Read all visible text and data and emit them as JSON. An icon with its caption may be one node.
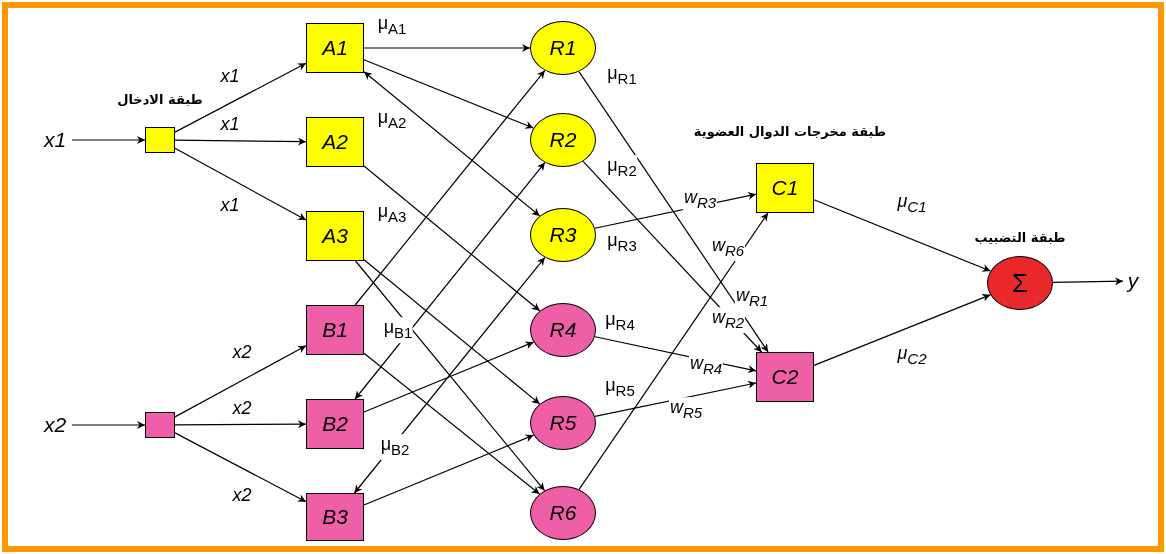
{
  "diagram": {
    "nodes": [
      {
        "text": [
          "x1"
        ]
      },
      {
        "text": [],
        "shape": "box"
      },
      {
        "text": [
          "A1"
        ],
        "beside": [
          "μ$_{A1}$"
        ]
      },
      {
        "text": [
          "A2"
        ],
        "beside": [
          "μ$_{A2}$"
        ]
      },
      {
        "text": [
          "A3"
        ],
        "beside": [
          "μ$_{A3}$"
        ]
      },
      {
        "text": [
          "x2"
        ]
      },
      {
        "text": [],
        "shape": "box"
      },
      {
        "text": [
          "B1"
        ],
        "beside": [
          "μ$_{B1}$"
        ]
      },
      {
        "text": [
          "B2"
        ],
        "beside": [
          "μ$_{B2}$"
        ]
      },
      {
        "text": [
          "B3"
        ]
      },
      {
        "text": [
          "R1"
        ],
        "beside": [
          "μ$_{R1}$"
        ]
      },
      {
        "text": [
          "R2"
        ],
        "beside": [
          "μ$_{R2}$"
        ]
      },
      {
        "text": [
          "R3"
        ],
        "beside": [
          "μ$_{R3}$"
        ]
      },
      {
        "text": [
          "R4"
        ],
        "beside": [
          "μ$_{R4}$"
        ]
      },
      {
        "text": [
          "R5"
        ],
        "beside": [
          "μ$_{R5}$"
        ]
      },
      {
        "text": [
          "R6"
        ]
      },
      {
        "text": [
          "C1"
        ]
      },
      {
        "text": [
          "C2"
        ]
      },
      {
        "text": [
          "Σ"
        ]
      },
      {
        "text": [
          "y"
        ]
      }
    ],
    "edges": [
      {
        "from": 0,
        "to": 1,
        "arrow": "to"
      },
      {
        "from": 1,
        "to": 2,
        "arrow": "to",
        "label": "x1"
      },
      {
        "from": 1,
        "to": 3,
        "arrow": "to",
        "label": "x1"
      },
      {
        "from": 1,
        "to": 4,
        "arrow": "to",
        "label": "x1"
      },
      {
        "from": 5,
        "to": 6,
        "arrow": "to"
      },
      {
        "from": 6,
        "to": 7,
        "arrow": "to",
        "label": "x2"
      },
      {
        "from": 6,
        "to": 8,
        "arrow": "to",
        "label": "x2"
      },
      {
        "from": 6,
        "to": 9,
        "arrow": "to",
        "label": "x2"
      },
      {
        "from": 2,
        "to": 10,
        "arrow": "to"
      },
      {
        "from": 2,
        "to": 11,
        "arrow": "to"
      },
      {
        "from": 2,
        "to": 12,
        "arrow": "both"
      },
      {
        "from": 3,
        "to": 13,
        "arrow": "to"
      },
      {
        "from": 4,
        "to": 14,
        "arrow": "to"
      },
      {
        "from": 4,
        "to": 15,
        "arrow": "to"
      },
      {
        "from": 7,
        "to": 10,
        "arrow": "to"
      },
      {
        "from": 7,
        "to": 15,
        "arrow": "to"
      },
      {
        "from": 8,
        "to": 11,
        "arrow": "both"
      },
      {
        "from": 8,
        "to": 13,
        "arrow": "to"
      },
      {
        "from": 9,
        "to": 12,
        "arrow": "both"
      },
      {
        "from": 9,
        "to": 14,
        "arrow": "to"
      },
      {
        "from": 10,
        "to": 17,
        "arrow": "to",
        "label": "w$_{R1}$"
      },
      {
        "from": 11,
        "to": 17,
        "arrow": "to",
        "label": "w$_{R2}$"
      },
      {
        "from": 12,
        "to": 16,
        "arrow": "to",
        "label": "w$_{R3}$"
      },
      {
        "from": 13,
        "to": 17,
        "arrow": "to",
        "label": "w$_{R4}$"
      },
      {
        "from": 14,
        "to": 17,
        "arrow": "to",
        "label": "w$_{R5}$"
      },
      {
        "from": 15,
        "to": 16,
        "arrow": "to",
        "label": "w$_{R6}$"
      },
      {
        "from": 16,
        "to": 18,
        "arrow": "to",
        "label": "μ$_{C1}$"
      },
      {
        "from": 17,
        "to": 18,
        "arrow": "to",
        "label": "μ$_{C2}$"
      },
      {
        "from": 18,
        "to": 19,
        "arrow": "to"
      }
    ],
    "labels": [
      "طبقة الادخال",
      "طبقة مخرجات الدوال العضوية",
      "طبقة التضبيب"
    ]
  }
}
